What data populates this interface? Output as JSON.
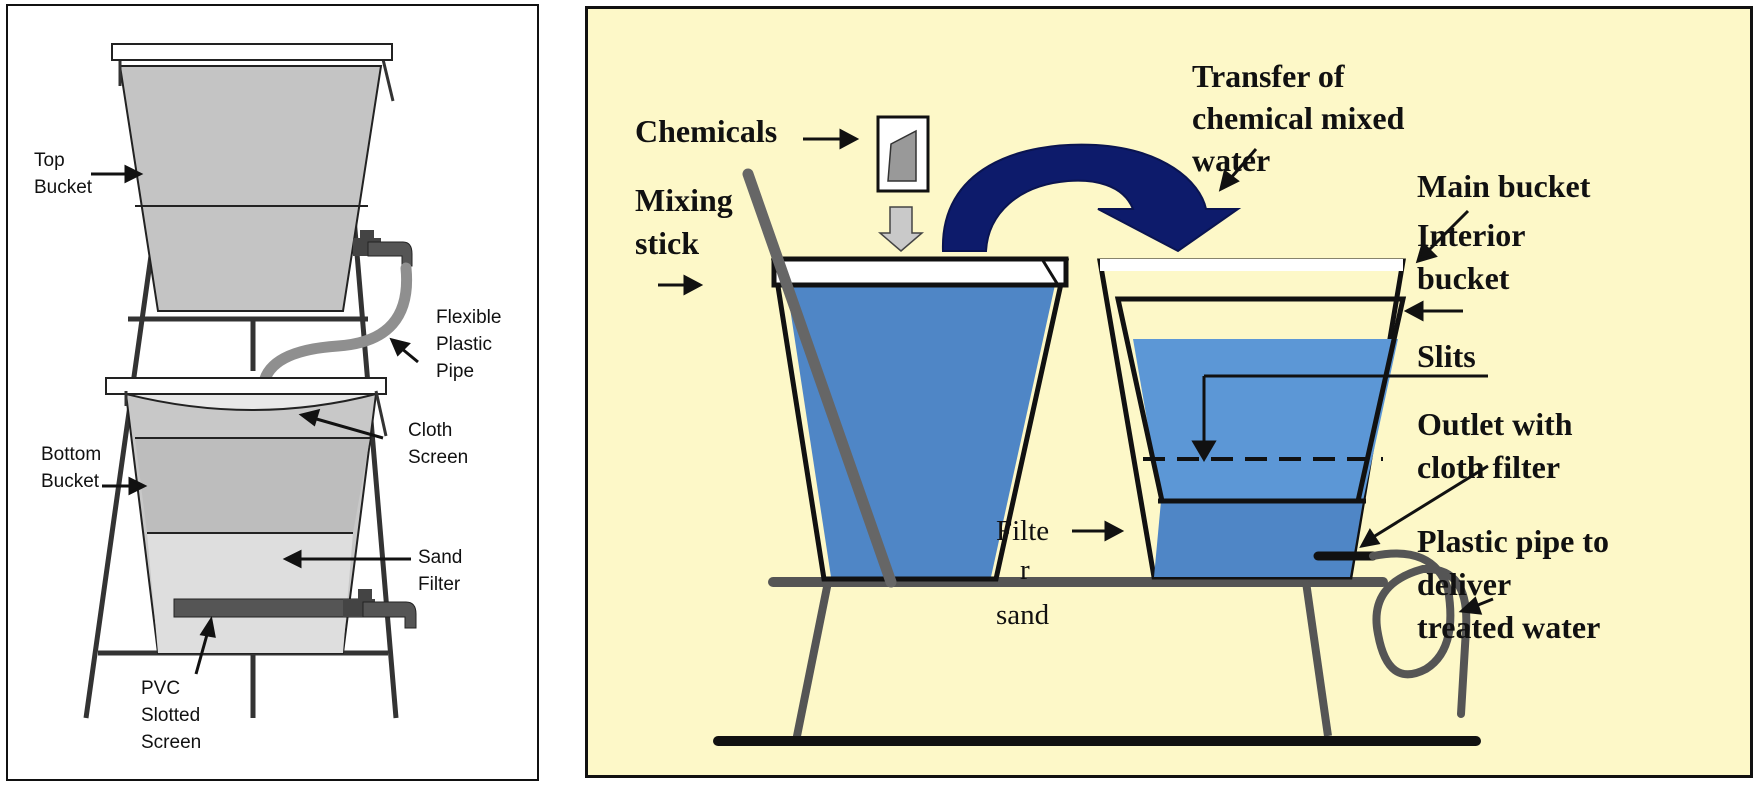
{
  "colors": {
    "bucket_gray": "#c4c4c4",
    "bucket_gray_light": "#d9d9d9",
    "water_blue": "#4f86c6",
    "water_blue_light": "#5c97d6",
    "arrow_navy": "#0d1b6b",
    "panel_yellow": "#fdf8c8",
    "line": "#111111",
    "pipe_gray": "#888888"
  },
  "left": {
    "top_bucket": [
      "Top",
      "Bucket"
    ],
    "flexible_pipe": [
      "Flexible",
      "Plastic",
      "Pipe"
    ],
    "cloth_screen": [
      "Cloth",
      "Screen"
    ],
    "bottom_bucket": [
      "Bottom",
      "Bucket"
    ],
    "sand_filter": [
      "Sand",
      "Filter"
    ],
    "pvc_screen": [
      "PVC",
      "Slotted",
      "Screen"
    ]
  },
  "right": {
    "chemicals": "Chemicals",
    "mixing_stick": [
      "Mixing",
      "stick"
    ],
    "transfer": [
      "Transfer of",
      "chemical mixed",
      "water"
    ],
    "main_bucket": "Main bucket",
    "interior_bucket": [
      "Interior",
      "bucket"
    ],
    "slits": "Slits",
    "outlet": [
      "Outlet with",
      "cloth filter"
    ],
    "plastic_pipe": [
      "Plastic pipe to",
      "deliver",
      "treated  water"
    ],
    "filter_sand": [
      "Filte",
      "r",
      "sand"
    ]
  }
}
